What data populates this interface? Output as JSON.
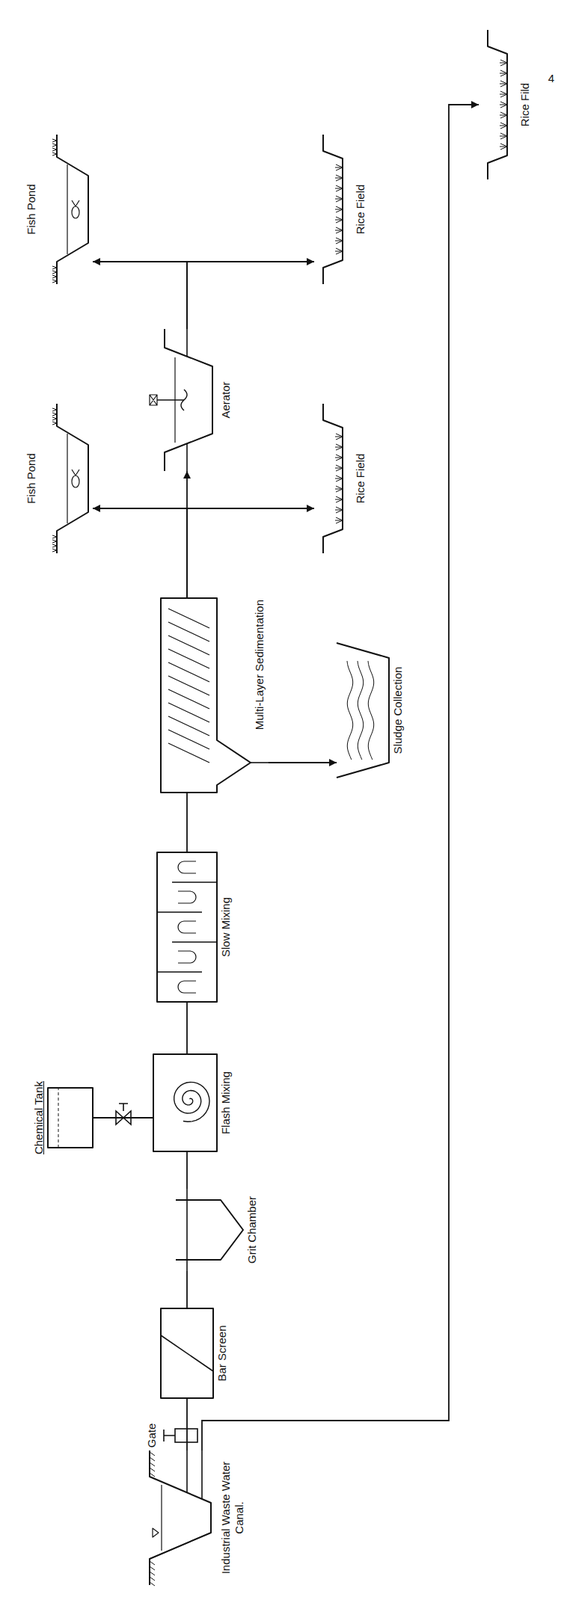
{
  "diagram": {
    "nodes": [
      {
        "text": [
          "Industrial Waste Water Canal."
        ]
      },
      {
        "text": [
          "Bar Screen"
        ]
      },
      {
        "text": [
          "Grit Chamber"
        ]
      },
      {
        "text": [
          "Chemical Tank"
        ]
      },
      {
        "text": [
          "Flash Mixing"
        ]
      },
      {
        "text": [
          "Slow Mixing"
        ]
      },
      {
        "text": [
          "Multi-Layer Sedimentation"
        ]
      },
      {
        "text": [
          "Sludge Collection"
        ]
      },
      {
        "text": [
          "Fish Pond"
        ]
      },
      {
        "text": [
          "Aerator"
        ]
      },
      {
        "text": [
          "Rice Field"
        ]
      },
      {
        "text": [
          "Fish Pond"
        ]
      },
      {
        "text": [
          "Rice Field"
        ]
      },
      {
        "text": [
          "Rice Fild"
        ]
      }
    ],
    "edges": [
      {
        "from": 0,
        "to": 1,
        "arrow": "none"
      },
      {
        "from": 1,
        "to": 2,
        "arrow": "none"
      },
      {
        "from": 2,
        "to": 4,
        "arrow": "none"
      },
      {
        "from": 3,
        "to": 4,
        "arrow": "none"
      },
      {
        "from": 4,
        "to": 5,
        "arrow": "none"
      },
      {
        "from": 5,
        "to": 6,
        "arrow": "none"
      },
      {
        "from": 6,
        "to": 7,
        "arrow": "to"
      },
      {
        "from": 6,
        "to": 8,
        "arrow": "to"
      },
      {
        "from": 6,
        "to": 9,
        "arrow": "to"
      },
      {
        "from": 6,
        "to": 10,
        "arrow": "to"
      },
      {
        "from": 9,
        "to": 11,
        "arrow": "to"
      },
      {
        "from": 9,
        "to": 12,
        "arrow": "to"
      },
      {
        "from": 0,
        "to": 13,
        "arrow": "to"
      }
    ],
    "labels": [
      "Gate",
      "4"
    ]
  }
}
